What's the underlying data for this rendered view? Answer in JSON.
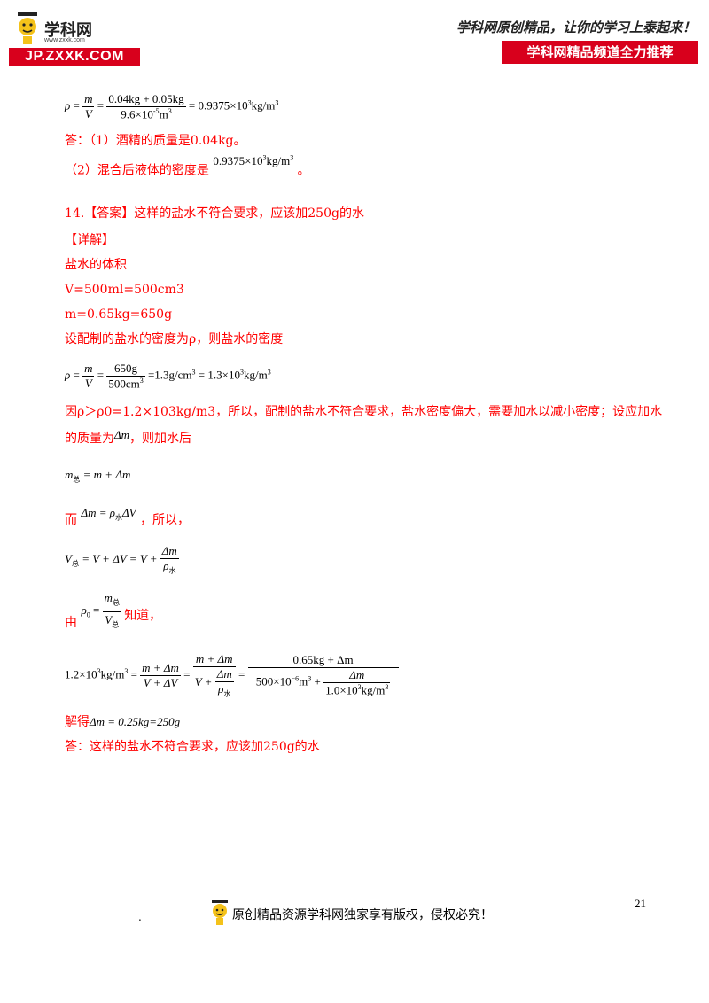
{
  "header": {
    "logo_name": "学科网",
    "logo_url": "www.zxxk.com",
    "logo_domain": "JP.ZXXK.COM",
    "slogan": "学科网原创精品，让你的学习上泰起来！",
    "banner": "学科网精品频道全力推荐"
  },
  "eq1": {
    "lhs": "ρ",
    "m": "m",
    "V": "V",
    "num": "0.04kg + 0.05kg",
    "den_base": "9.6×10",
    "den_exp": "-5",
    "den_unit": "m",
    "den_unit_exp": "3",
    "res_base": "= 0.9375×10",
    "res_exp": "3",
    "res_unit": "kg/m",
    "res_unit_exp": "3"
  },
  "ans1": "答：（1）酒精的质量是0.04kg。",
  "ans2": {
    "prefix": "（2）混合后液体的密度是",
    "value_base": "0.9375×10",
    "value_exp": "3",
    "value_unit": "kg/m",
    "value_unit_exp": "3",
    "suffix": "。"
  },
  "q14": "14.【答案】这样的盐水不符合要求，应该加250g的水",
  "detail": "【详解】",
  "l1": "盐水的体积",
  "l2": "V=500ml=500cm3",
  "l3": "m=0.65kg=650g",
  "l4": "设配制的盐水的密度为ρ，则盐水的密度",
  "eq2": {
    "num": "650g",
    "den": "500cm",
    "den_exp": "3",
    "r1": "=1.3g/cm",
    "r1_exp": "3",
    "r2": "=  1.3×10",
    "r2_exp": "3",
    "r2_unit": "kg/m",
    "r2_unit_exp": "3"
  },
  "l5": "因ρ＞ρ0=1.2×103kg/m3，所以，配制的盐水不符合要求，盐水密度偏大，需要加水以减小密度；设应加水",
  "l6a": "的质量为",
  "l6m": "Δm",
  "l6b": "，则加水后",
  "eq3": {
    "m": "m",
    "sub": "总",
    "rhs": "= m + Δm"
  },
  "l7a": "而",
  "l7eq": "Δm = ρ",
  "l7sub": "水",
  "l7eq2": "ΔV",
  "l7b": "，所以，",
  "eq4": {
    "V": "V",
    "sub": "总",
    "rhs": "= V + ΔV = V +",
    "num": "Δm",
    "den": "ρ",
    "den_sub": "水"
  },
  "l8a": "由",
  "l8lhs": "ρ",
  "l8lhs_sub": "0",
  "l8num": "m",
  "l8num_sub": "总",
  "l8den": "V",
  "l8den_sub": "总",
  "l8b": "知道，",
  "eq5": {
    "lhs": "1.2×10",
    "lhs_exp": "3",
    "lhs_unit": "kg/m",
    "lhs_unit_exp": "3",
    "f1n": "m + Δm",
    "f1d": "V + ΔV",
    "f2n": "m + Δm",
    "f2d_a": "V +",
    "f2d_num": "Δm",
    "f2d_den": "ρ",
    "f2d_den_sub": "水",
    "f3n": "0.65kg + Δm",
    "f3d_a": "500×10",
    "f3d_a_exp": "−6",
    "f3d_a_unit": "m",
    "f3d_a_unit_exp": "3",
    "f3d_plus": "+",
    "f3d_num": "Δm",
    "f3d_den": "1.0×10",
    "f3d_den_exp": "3",
    "f3d_den_unit": "kg/m",
    "f3d_den_unit_exp": "3"
  },
  "l9a": "解得",
  "l9eq": "Δm = 0.25kg=250g",
  "l10": "答：这样的盐水不符合要求，应该加250g的水",
  "page_number": "21",
  "footer_dot": ".",
  "footer": "原创精品资源学科网独家享有版权，侵权必究！"
}
